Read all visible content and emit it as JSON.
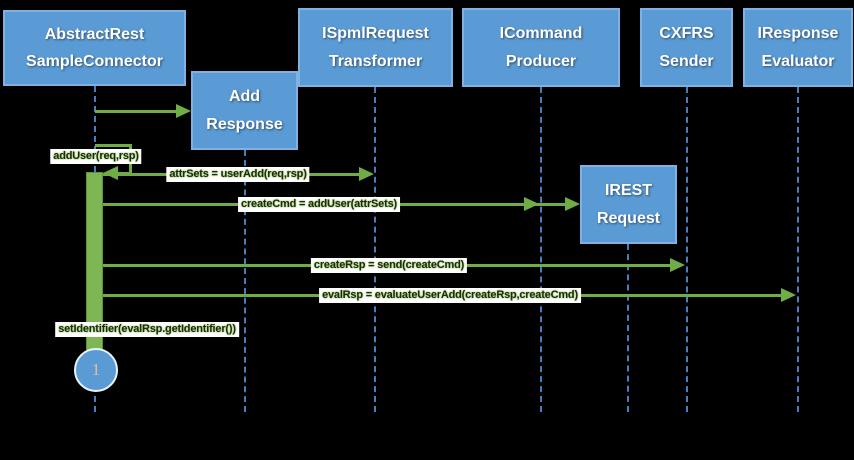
{
  "colors": {
    "background": "#000000",
    "box_fill": "#5B9BD5",
    "box_border": "#7FB2E2",
    "arrow_green": "#70AD47",
    "lifeline_blue": "#4A7EBB",
    "bar_green": "#7CB655",
    "label_bg": "#FFFFFF",
    "label_text": "#1C2B10",
    "label_glow": "#8FBF5A",
    "footnote_text": "#E8C18F"
  },
  "participants": [
    {
      "label": "AbstractRest\nSampleConnector"
    },
    {
      "label": "ISpmlRequest\nTransformer"
    },
    {
      "label": "ICommand\nProducer"
    },
    {
      "label": "CXFRS\nSender"
    },
    {
      "label": "IResponse\nEvaluator"
    }
  ],
  "created_objects": [
    {
      "label": "Add\nResponse"
    },
    {
      "label": "IREST\nRequest"
    }
  ],
  "messages": [
    {
      "label": "addUser(req,rsp)",
      "type": "self-call"
    },
    {
      "label": "attrSets = userAdd(req,rsp)",
      "type": "call"
    },
    {
      "label": "createCmd = addUser(attrSets)",
      "type": "call"
    },
    {
      "label": "createRsp = send(createCmd)",
      "type": "call"
    },
    {
      "label": "evalRsp = evaluateUserAdd(createRsp,createCmd)",
      "type": "call"
    },
    {
      "label": "setIdentifier(evalRsp.getIdentifier())",
      "type": "self-call"
    }
  ],
  "footnote": {
    "number": "1"
  }
}
